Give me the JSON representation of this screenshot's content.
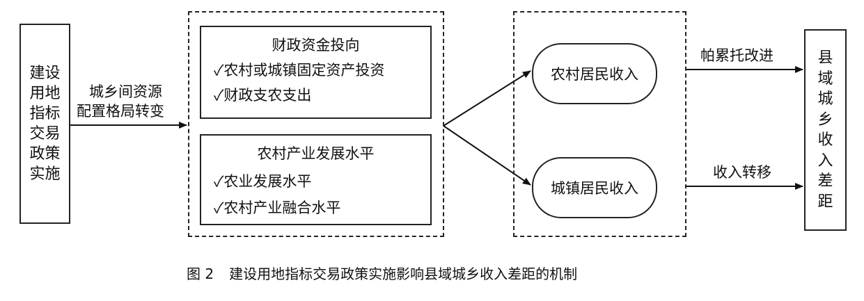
{
  "diagram": {
    "left_box": {
      "text": "建设用地指标交易政策实施"
    },
    "left_label": {
      "line1": "城乡间资源",
      "line2": "配置格局转变"
    },
    "fiscal_box": {
      "title": "财政资金投向",
      "items": [
        "✓农村或城镇固定资产投资",
        "✓财政支农支出"
      ]
    },
    "industry_box": {
      "title": "农村产业发展水平",
      "items": [
        "✓农业发展水平",
        "✓农村产业融合水平"
      ]
    },
    "rural_income": "农村居民收入",
    "urban_income": "城镇居民收入",
    "arrow_top_label": "帕累托改进",
    "arrow_bottom_label": "收入转移",
    "right_box": {
      "text": "县域城乡收入差距"
    }
  },
  "caption": {
    "number": "图 2",
    "text": "建设用地指标交易政策实施影响县域城乡收入差距的机制"
  }
}
